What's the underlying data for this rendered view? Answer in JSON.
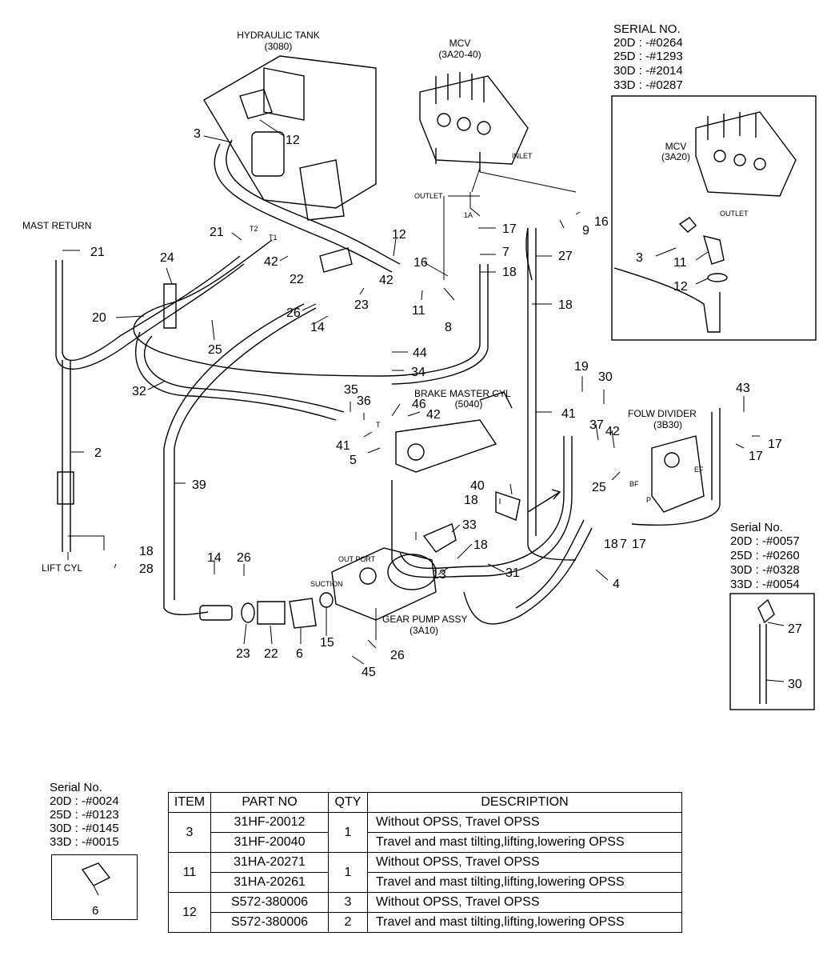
{
  "labels": {
    "hydraulic_tank": "HYDRAULIC TANK",
    "hydraulic_tank_code": "(3080)",
    "mcv": "MCV",
    "mcv_code": "(3A20-40)",
    "mcv_inset": "MCV",
    "mcv_inset_code": "(3A20)",
    "inlet": "INLET",
    "outlet": "OUTLET",
    "outlet_inset": "OUTLET",
    "mast_return": "MAST RETURN",
    "lift_cyl": "LIFT CYL",
    "brake_master_cyl": "BRAKE MASTER CYL",
    "brake_master_cyl_code": "(5040)",
    "flow_divider": "FOLW DIVIDER",
    "flow_divider_code": "(3B30)",
    "gear_pump": "GEAR PUMP ASSY",
    "gear_pump_code": "(3A10)",
    "out_port": "OUT PORT",
    "suction": "SUCTION",
    "t2": "T2",
    "t1": "T1",
    "port_1a": "1A",
    "port_t": "T",
    "port_bf": "BF",
    "port_p": "P",
    "port_ef": "EF"
  },
  "serial_top_right": {
    "title": "SERIAL NO.",
    "lines": [
      "20D : -#0264",
      "25D : -#1293",
      "30D : -#2014",
      "33D : -#0287"
    ]
  },
  "serial_mid_right": {
    "title": "Serial No.",
    "lines": [
      "20D : -#0057",
      "25D : -#0260",
      "30D : -#0328",
      "33D : -#0054"
    ]
  },
  "serial_bottom_left": {
    "title": "Serial No.",
    "lines": [
      "20D : -#0024",
      "25D : -#0123",
      "30D : -#0145",
      "33D : -#0015"
    ],
    "item": "6"
  },
  "callouts": [
    "3",
    "12",
    "21",
    "21",
    "12",
    "24",
    "20",
    "42",
    "22",
    "16",
    "11",
    "8",
    "26",
    "23",
    "14",
    "25",
    "17",
    "7",
    "18",
    "16",
    "9",
    "27",
    "18",
    "44",
    "34",
    "32",
    "35",
    "36",
    "46",
    "42",
    "41",
    "5",
    "2",
    "39",
    "19",
    "30",
    "41",
    "37",
    "42",
    "25",
    "40",
    "18",
    "43",
    "17",
    "17",
    "18",
    "7",
    "17",
    "33",
    "18",
    "13",
    "31",
    "4",
    "18",
    "28",
    "14",
    "26",
    "23",
    "22",
    "6",
    "15",
    "26",
    "45",
    "3",
    "11",
    "12",
    "27",
    "30",
    "42"
  ],
  "table": {
    "headers": [
      "ITEM",
      "PART NO",
      "QTY",
      "DESCRIPTION"
    ],
    "groups": [
      {
        "item": "3",
        "rows": [
          {
            "part": "31HF-20012",
            "qty": "1",
            "desc": "Without OPSS, Travel OPSS"
          },
          {
            "part": "31HF-20040",
            "qty": "",
            "desc": "Travel and mast tilting,lifting,lowering OPSS"
          }
        ]
      },
      {
        "item": "11",
        "rows": [
          {
            "part": "31HA-20271",
            "qty": "1",
            "desc": "Without OPSS, Travel OPSS"
          },
          {
            "part": "31HA-20261",
            "qty": "",
            "desc": "Travel and mast tilting,lifting,lowering OPSS"
          }
        ]
      },
      {
        "item": "12",
        "rows": [
          {
            "part": "S572-380006",
            "qty": "3",
            "desc": "Without OPSS, Travel OPSS"
          },
          {
            "part": "S572-380006",
            "qty": "2",
            "desc": "Travel and mast tilting,lifting,lowering OPSS"
          }
        ]
      }
    ]
  }
}
